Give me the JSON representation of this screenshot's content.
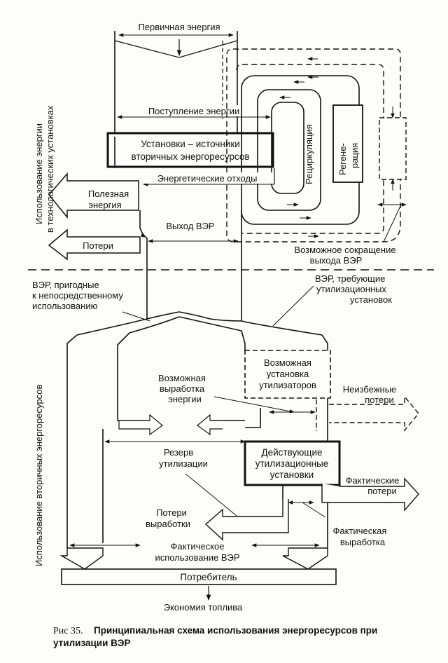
{
  "labels": {
    "primary_energy": "Первичная энергия",
    "energy_supply": "Поступление энергии",
    "source_box_line1": "Установки – источники",
    "source_box_line2": "вторичных энергоресурсов",
    "recirculation": "Рециркуляция",
    "regeneration_1": "Регене-",
    "regeneration_2": "рация",
    "energy_waste": "Энергетические отходы",
    "useful_energy_1": "Полезная",
    "useful_energy_2": "энергия",
    "losses": "Потери",
    "ver_output": "Выход ВЭР",
    "possible_reduction_1": "Возможное сокращение",
    "possible_reduction_2": "выхода ВЭР",
    "ver_direct_1": "ВЭР, пригодные",
    "ver_direct_2": "к непосредственному",
    "ver_direct_3": "использованию",
    "ver_util_1": "ВЭР, требующие",
    "ver_util_2": "утилизационных",
    "ver_util_3": "установок",
    "possible_install_1": "Возможная",
    "possible_install_2": "установка",
    "possible_install_3": "утилизаторов",
    "possible_output_1": "Возможная",
    "possible_output_2": "выработка",
    "possible_output_3": "энергии",
    "unavoidable_losses_1": "Неизбежные",
    "unavoidable_losses_2": "потери",
    "reserve_1": "Резерв",
    "reserve_2": "утилизации",
    "active_install_1": "Действующие",
    "active_install_2": "утилизационные",
    "active_install_3": "установки",
    "actual_losses_1": "Фактические",
    "actual_losses_2": "потери",
    "output_losses_1": "Потери",
    "output_losses_2": "выработки",
    "actual_output_1": "Фактическая",
    "actual_output_2": "выработка",
    "actual_use_1": "Фактическое",
    "actual_use_2": "использование ВЭР",
    "consumer": "Потребитель",
    "fuel_saving": "Экономия топлива",
    "side_top_1": "Использование энергии",
    "side_top_2": "в технологических установках",
    "side_bottom": "Использование вторичных энергоресурсов"
  },
  "caption": {
    "prefix": "Рис 35.",
    "text_1": "Принципиальная схема использования энергоресурсов при",
    "text_2": "утилизации ВЭР"
  }
}
